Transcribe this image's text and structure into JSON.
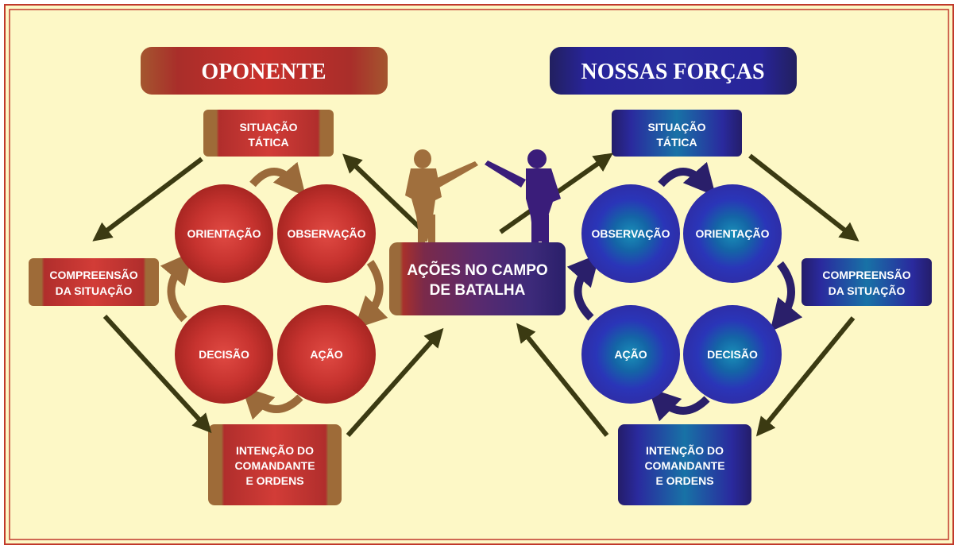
{
  "colors": {
    "background": "#fdf8c6",
    "frame": "#c0392b",
    "opponent_red": "#b8302e",
    "opponent_dark": "#8b2222",
    "opponent_brown": "#9a6a3a",
    "ours_blue": "#2b2fa8",
    "ours_navy": "#23206e",
    "ours_teal": "#10739a",
    "arrow": "#3b3a12"
  },
  "opponent": {
    "title": "OPONENTE",
    "situacao": [
      "SITUAÇÃO",
      "TÁTICA"
    ],
    "compreensao": [
      "COMPREENSÃO",
      "DA SITUAÇÃO"
    ],
    "intencao": [
      "INTENÇÃO DO",
      "COMANDANTE",
      "E ORDENS"
    ],
    "cycle": {
      "orientacao": "ORIENTAÇÃO",
      "observacao": "OBSERVAÇÃO",
      "decisao": "DECISÃO",
      "acao": "AÇÃO"
    }
  },
  "ours": {
    "title": "NOSSAS FORÇAS",
    "situacao": [
      "SITUAÇÃO",
      "TÁTICA"
    ],
    "compreensao": [
      "COMPREENSÃO",
      "DA SITUAÇÃO"
    ],
    "intencao": [
      "INTENÇÃO DO",
      "COMANDANTE",
      "E ORDENS"
    ],
    "cycle": {
      "observacao": "OBSERVAÇÃO",
      "orientacao": "ORIENTAÇÃO",
      "acao": "AÇÃO",
      "decisao": "DECISÃO"
    }
  },
  "center": {
    "label": [
      "AÇÕES NO CAMPO",
      "DE BATALHA"
    ]
  },
  "icons": [
    "soldier-brown-icon",
    "soldier-purple-icon"
  ]
}
